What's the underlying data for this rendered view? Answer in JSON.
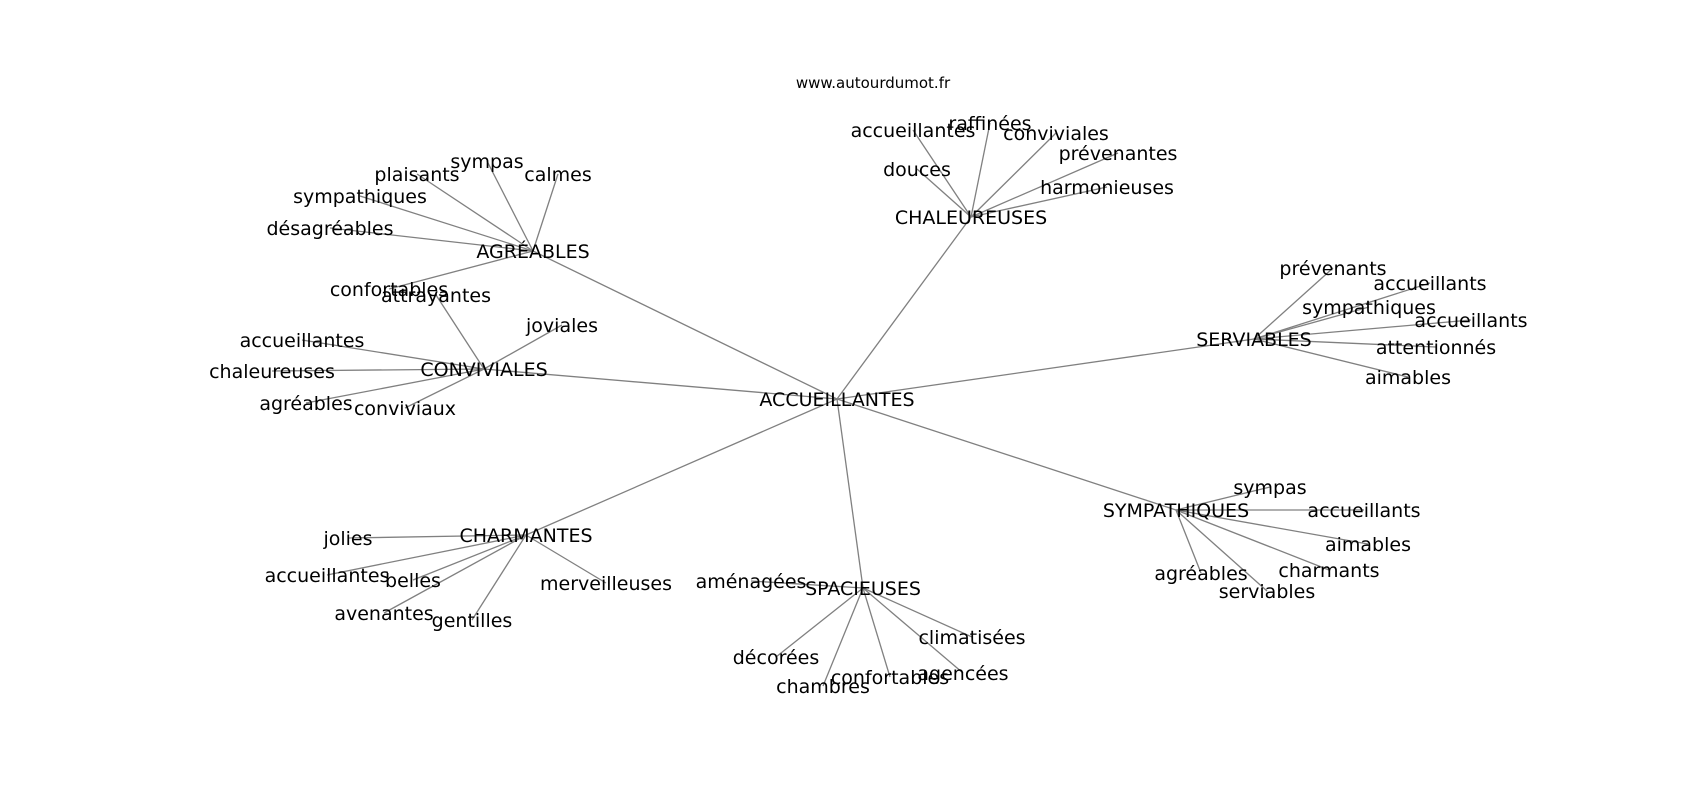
{
  "source": "www.autourdumot.fr",
  "root": "ACCUEILLANTES",
  "clusters": [
    {
      "label": "AGRÉABLES",
      "words": [
        "sympas",
        "calmes",
        "plaisants",
        "sympathiques",
        "désagréables",
        "confortables"
      ]
    },
    {
      "label": "CHALEUREUSES",
      "words": [
        "accueillantes",
        "raffinées",
        "conviviales",
        "prévenantes",
        "douces",
        "harmonieuses"
      ]
    },
    {
      "label": "SERVIABLES",
      "words": [
        "prévenants",
        "accueillants",
        "sympathiques",
        "accueillants",
        "attentionnés",
        "aimables"
      ]
    },
    {
      "label": "CONVIVIALES",
      "words": [
        "attrayantes",
        "joviales",
        "accueillantes",
        "chaleureuses",
        "agréables",
        "conviviaux"
      ]
    },
    {
      "label": "SYMPATHIQUES",
      "words": [
        "sympas",
        "accueillants",
        "aimables",
        "charmants",
        "agréables",
        "serviables"
      ]
    },
    {
      "label": "CHARMANTES",
      "words": [
        "jolies",
        "accueillantes",
        "belles",
        "merveilleuses",
        "avenantes",
        "gentilles"
      ]
    },
    {
      "label": "SPACIEUSES",
      "words": [
        "aménagées",
        "climatisées",
        "décorées",
        "agencées",
        "confortables",
        "chambres"
      ]
    }
  ]
}
